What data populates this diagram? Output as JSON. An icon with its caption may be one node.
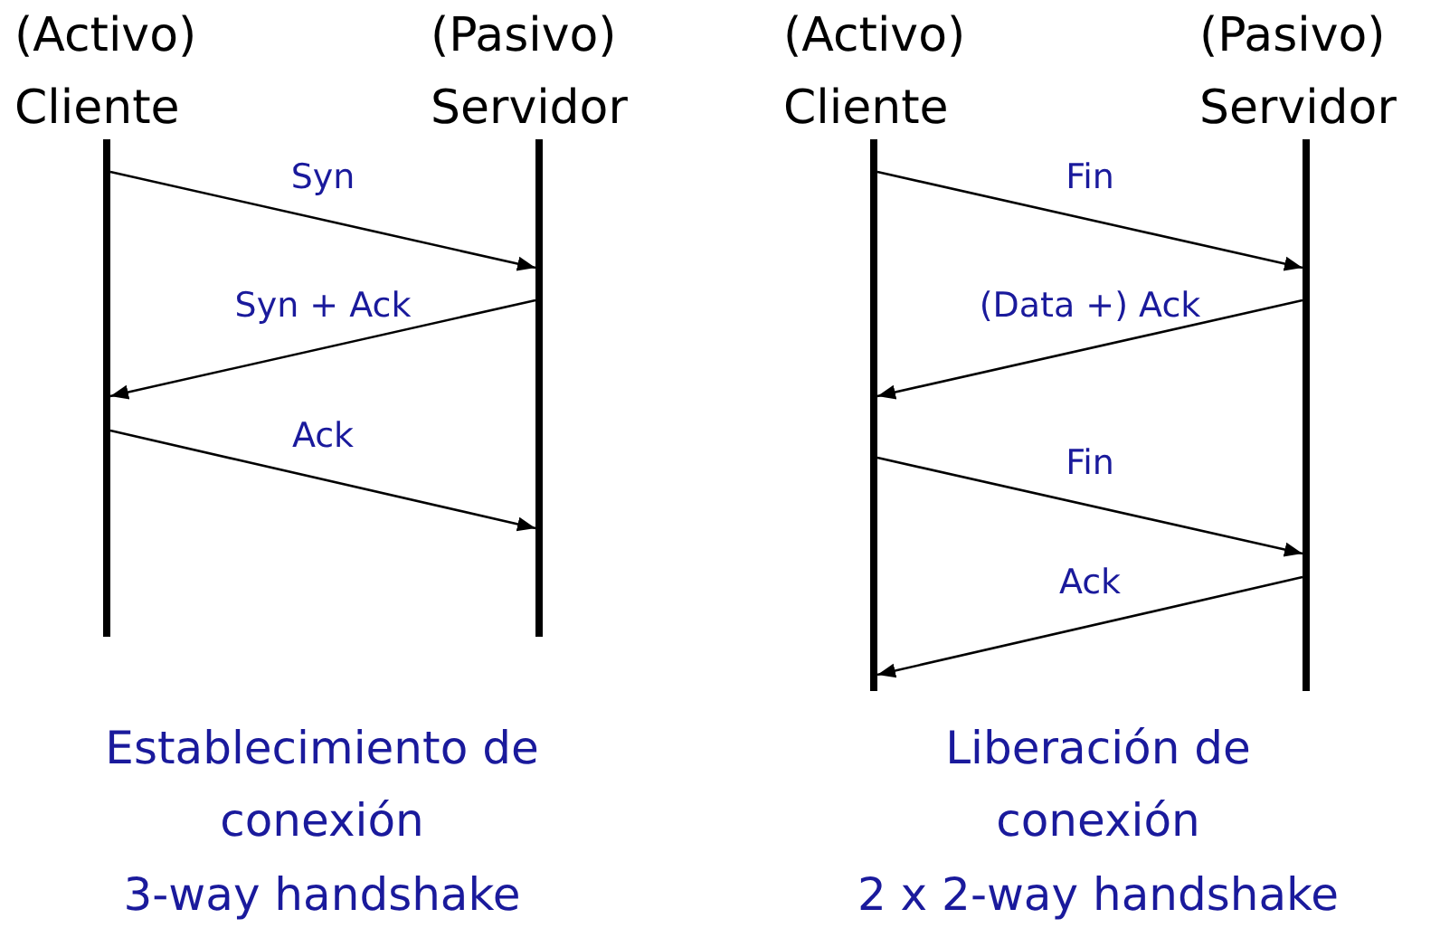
{
  "diagram": {
    "nodes": [
      {
        "text": [
          "(Activo) Cliente"
        ]
      },
      {
        "text": [
          "(Pasivo) Servidor"
        ]
      },
      {
        "text": [
          "(Activo) Cliente"
        ]
      },
      {
        "text": [
          "(Pasivo) Servidor"
        ]
      }
    ],
    "edges": [
      {
        "from": 0,
        "to": 1,
        "arrow": "to",
        "label": "Syn"
      },
      {
        "from": 1,
        "to": 0,
        "arrow": "to",
        "label": "Syn + Ack"
      },
      {
        "from": 0,
        "to": 1,
        "arrow": "to",
        "label": "Ack"
      },
      {
        "from": 2,
        "to": 3,
        "arrow": "to",
        "label": "Fin"
      },
      {
        "from": 3,
        "to": 2,
        "arrow": "to",
        "label": "(Data +) Ack"
      },
      {
        "from": 2,
        "to": 3,
        "arrow": "to",
        "label": "Fin"
      },
      {
        "from": 3,
        "to": 2,
        "arrow": "to",
        "label": "Ack"
      }
    ],
    "labels": [
      "Establecimiento de conexión",
      "3-way handshake",
      "Liberación de conexión",
      "2 x 2-way handshake"
    ]
  }
}
